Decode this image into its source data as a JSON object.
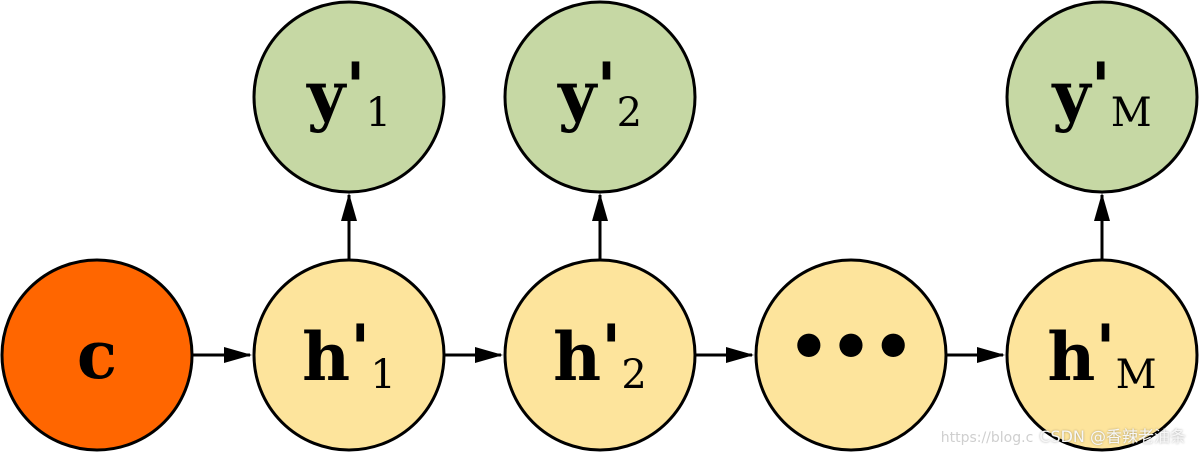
{
  "colors": {
    "context": "#ff6600",
    "hidden": "#fde49c",
    "output": "#c6d8a4",
    "stroke": "#000000"
  },
  "nodes": {
    "context": {
      "main": "c"
    },
    "h1": {
      "main": "h",
      "prime": "'",
      "sub": "1"
    },
    "h2": {
      "main": "h",
      "prime": "'",
      "sub": "2"
    },
    "hdots": {
      "main": "•••"
    },
    "hM": {
      "main": "h",
      "prime": "'",
      "sub": "M"
    },
    "y1": {
      "main": "y",
      "prime": "'",
      "sub": "1"
    },
    "y2": {
      "main": "y",
      "prime": "'",
      "sub": "2"
    },
    "yM": {
      "main": "y",
      "prime": "'",
      "sub": "M"
    }
  },
  "watermark": {
    "url": "https://blog.c",
    "text": "CSDN @香辣老油条"
  }
}
